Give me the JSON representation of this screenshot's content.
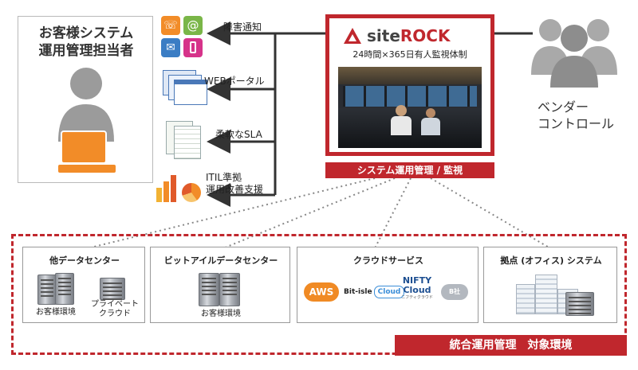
{
  "operator": {
    "title_line1": "お客様システム",
    "title_line2": "運用管理担当者"
  },
  "services": [
    {
      "label": "障害通知"
    },
    {
      "label": "WEBポータル"
    },
    {
      "label": "柔軟なSLA"
    },
    {
      "label_line1": "ITIL準拠",
      "label_line2": "運用改善支援"
    }
  ],
  "siterock": {
    "logo_site": "site",
    "logo_rock": "ROCK",
    "tagline": "24時間×365日有人監視体制",
    "banner": "システム運用管理 / 監視"
  },
  "vendor": {
    "label_line1": "ベンダー",
    "label_line2": "コントロール"
  },
  "environment": {
    "banner": "統合運用管理　対象環境",
    "panels": [
      {
        "title": "他データセンター",
        "items": [
          "お客様環境",
          "プライベート",
          "クラウド"
        ]
      },
      {
        "title": "ビットアイルデータセンター",
        "items": [
          "お客様環境"
        ]
      },
      {
        "title": "クラウドサービス",
        "logos": [
          "AWS",
          "Bit-isle",
          "Cloud",
          "NIFTY",
          "Cloud",
          "ニフティクラウド",
          "B社"
        ]
      },
      {
        "title": "拠点 (オフィス) システム",
        "items": []
      }
    ]
  },
  "colors": {
    "accent": "#c0272d",
    "gray": "#9b9b9b",
    "line": "#333333"
  },
  "icons": [
    "person-icon",
    "computer-icon",
    "phone-icon",
    "email-icon",
    "mail-icon",
    "mobile-icon",
    "web-portal-icon",
    "spreadsheet-icon",
    "chart-icon",
    "server-icon",
    "building-icon",
    "people-icon"
  ]
}
